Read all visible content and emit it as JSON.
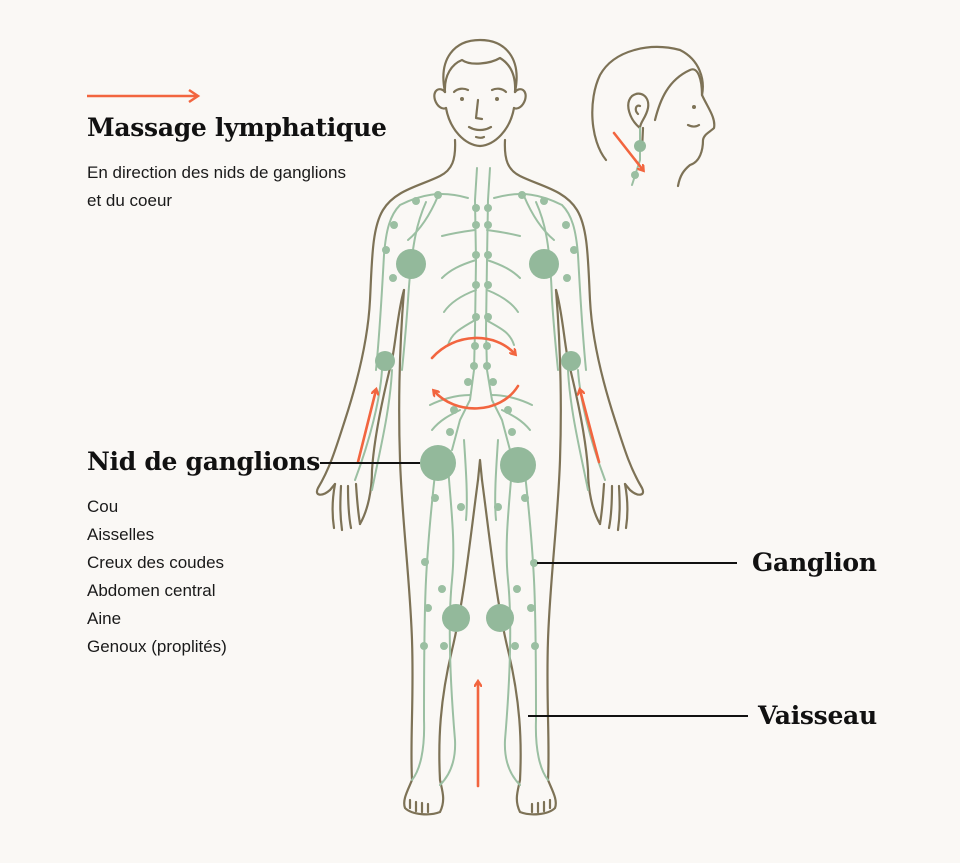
{
  "legend": {
    "arrow_icon": "arrow-right-icon",
    "title": "Massage lymphatique",
    "description": "En direction des nids de ganglions et du coeur"
  },
  "nid_de_ganglions": {
    "title": "Nid de ganglions",
    "items": [
      "Cou",
      "Aisselles",
      "Creux des coudes",
      "Abdomen central",
      "Aine",
      "Genoux (proplités)"
    ]
  },
  "labels": {
    "ganglion": "Ganglion",
    "vaisseau": "Vaisseau"
  },
  "colors": {
    "background": "#faf8f5",
    "body_outline": "#7d7256",
    "lymph_vessel": "#9bbfa2",
    "lymph_node": "#93b99b",
    "arrow": "#f2653f",
    "leader_line": "#111111"
  }
}
